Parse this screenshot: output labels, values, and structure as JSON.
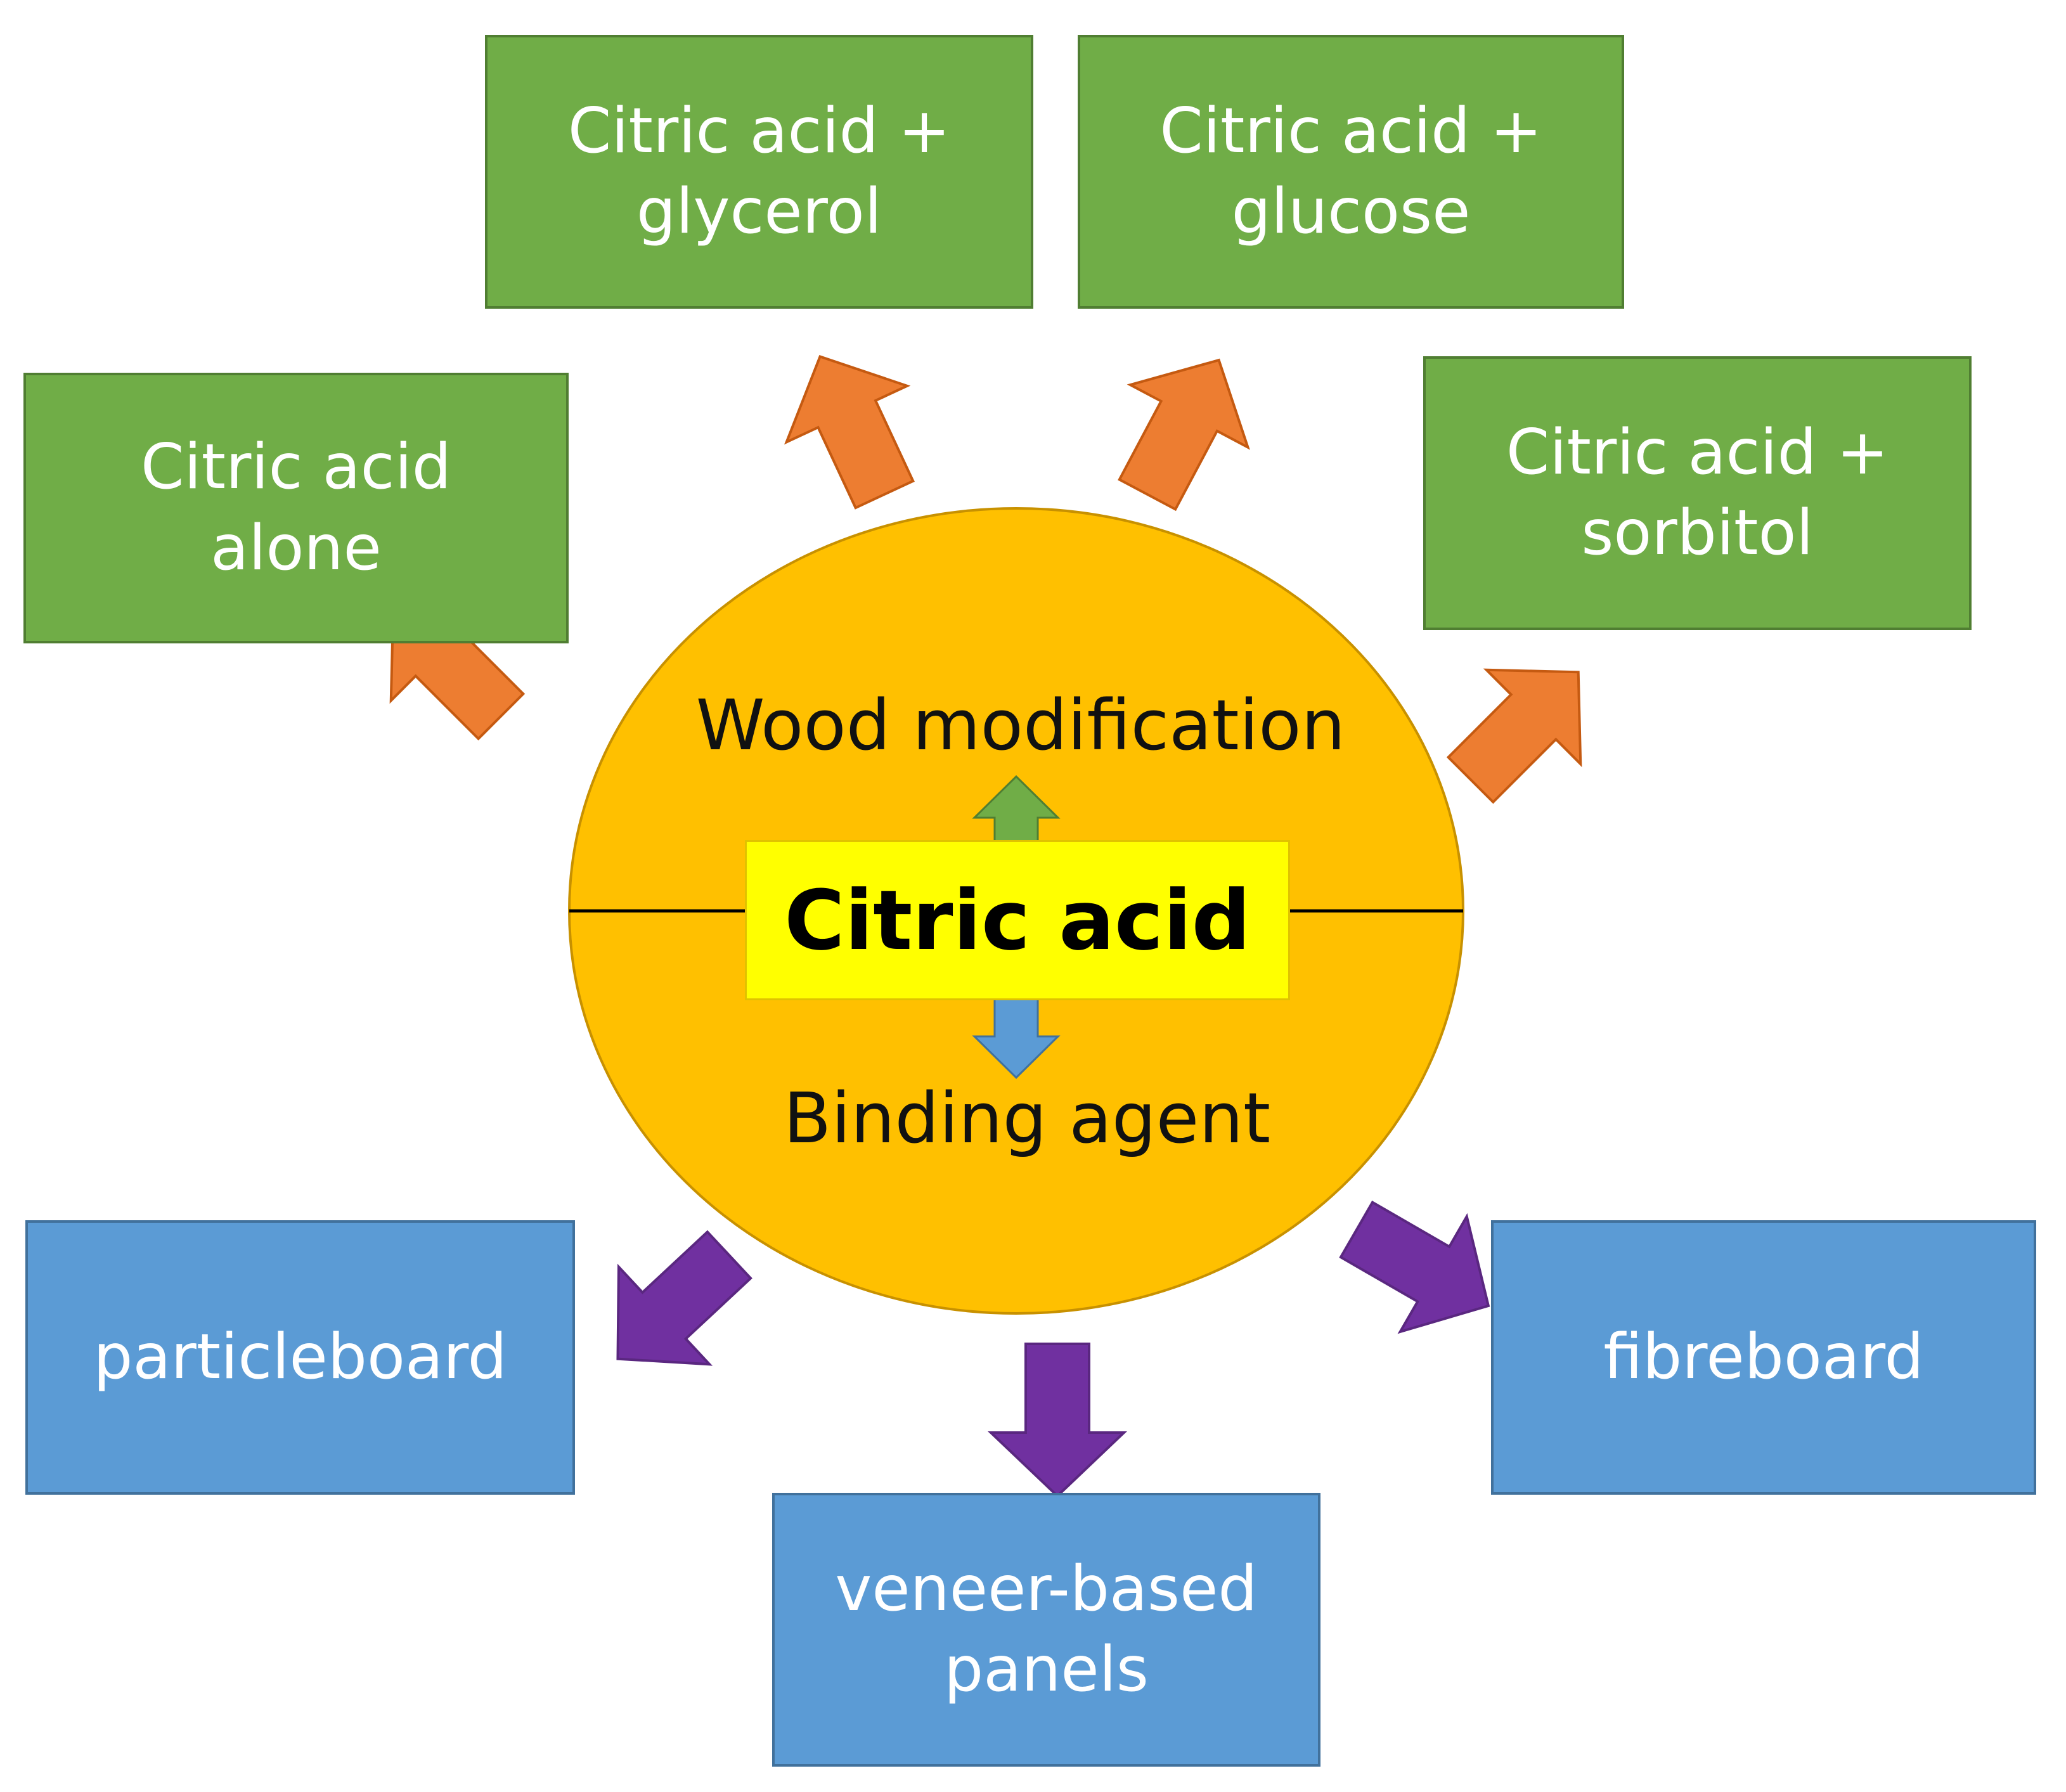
{
  "colors": {
    "modification_box": "#70ad47",
    "panel_box": "#5b9bd5",
    "circle": "#ffc000",
    "core": "#ffff00",
    "arrow_modification": "#ed7d31",
    "arrow_panels": "#7030a0",
    "arrow_up": "#70ad47",
    "arrow_down": "#5b9bd5"
  },
  "center": {
    "core_label": "Citric acid",
    "upper_label": "Wood modification",
    "lower_label": "Binding agent"
  },
  "modification_boxes": [
    {
      "line1": "Citric acid",
      "line2": "alone"
    },
    {
      "line1": "Citric acid +",
      "line2": "glycerol"
    },
    {
      "line1": "Citric acid +",
      "line2": "glucose"
    },
    {
      "line1": "Citric acid +",
      "line2": "sorbitol"
    }
  ],
  "panel_boxes": [
    {
      "line1": "particleboard"
    },
    {
      "line1": "veneer-based",
      "line2": "panels"
    },
    {
      "line1": "fibreboard"
    }
  ]
}
